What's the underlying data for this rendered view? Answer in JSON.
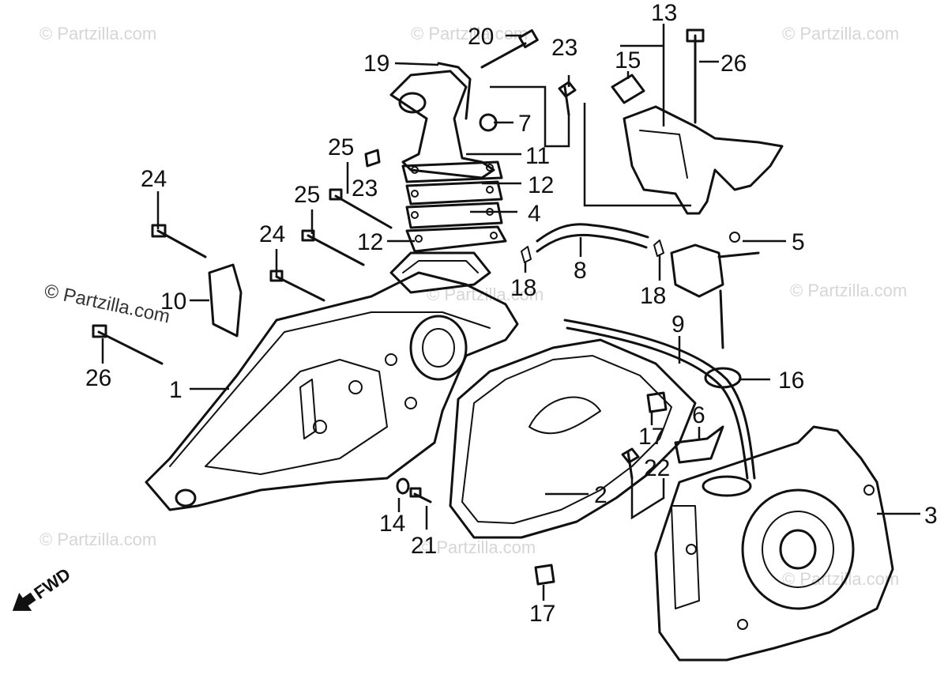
{
  "watermarks": [
    "© Partzilla.com",
    "© Partzilla.com",
    "© Partzilla.com",
    "© Partzilla.com",
    "© Partzilla.com",
    "© Partzilla.com",
    "© Partzilla.com",
    "© Partzilla.com",
    "© Partzilla.com"
  ],
  "fwd_label": "FWD",
  "callouts": [
    "1",
    "2",
    "3",
    "4",
    "5",
    "6",
    "7",
    "8",
    "9",
    "10",
    "11",
    "12",
    "12",
    "13",
    "14",
    "15",
    "16",
    "17",
    "17",
    "18",
    "18",
    "19",
    "20",
    "21",
    "22",
    "23",
    "23",
    "24",
    "24",
    "25",
    "25",
    "26",
    "26"
  ]
}
